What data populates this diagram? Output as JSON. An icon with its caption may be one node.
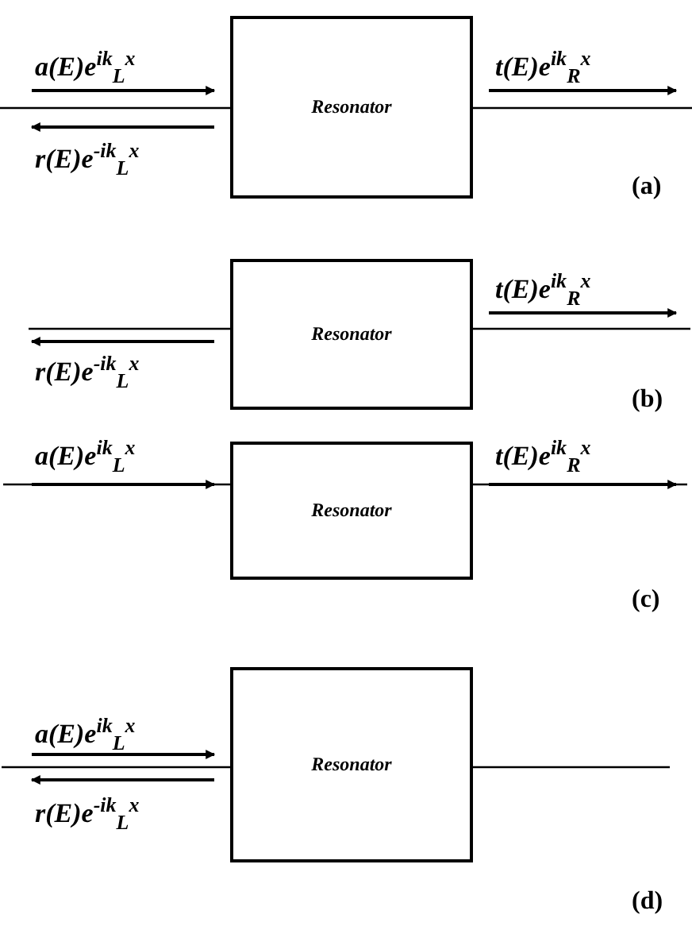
{
  "diagram": {
    "nodes": [
      {
        "text": [
          "Resonator"
        ]
      },
      {
        "text": [
          "Resonator"
        ]
      },
      {
        "text": [
          "Resonator"
        ]
      },
      {
        "text": [
          "Resonator"
        ]
      }
    ],
    "edges": [
      {
        "from": null,
        "to": 0,
        "arrow": "none"
      },
      {
        "from": 0,
        "to": null,
        "arrow": "none"
      },
      {
        "from": null,
        "to": 1,
        "arrow": "none"
      },
      {
        "from": 1,
        "to": null,
        "arrow": "none"
      },
      {
        "from": null,
        "to": 2,
        "arrow": "none"
      },
      {
        "from": 2,
        "to": null,
        "arrow": "none"
      },
      {
        "from": null,
        "to": 3,
        "arrow": "none"
      },
      {
        "from": 3,
        "to": null,
        "arrow": "none"
      }
    ],
    "labels": [
      "a(E)e$^{ik}$$_{L}$$^{x}$",
      "t(E)e$^{ik}$$_{R}$$^{x}$",
      "r(E)e$^{-ik}$$_{L}$$^{x}$",
      "(a)",
      "t(E)e$^{ik}$$_{R}$$^{x}$",
      "r(E)e$^{-ik}$$_{L}$$^{x}$",
      "(b)",
      "a(E)e$^{ik}$$_{L}$$^{x}$",
      "t(E)e$^{ik}$$_{R}$$^{x}$",
      "(c)",
      "a(E)e$^{ik}$$_{L}$$^{x}$",
      "r(E)e$^{-ik}$$_{L}$$^{x}$",
      "(d)"
    ]
  }
}
